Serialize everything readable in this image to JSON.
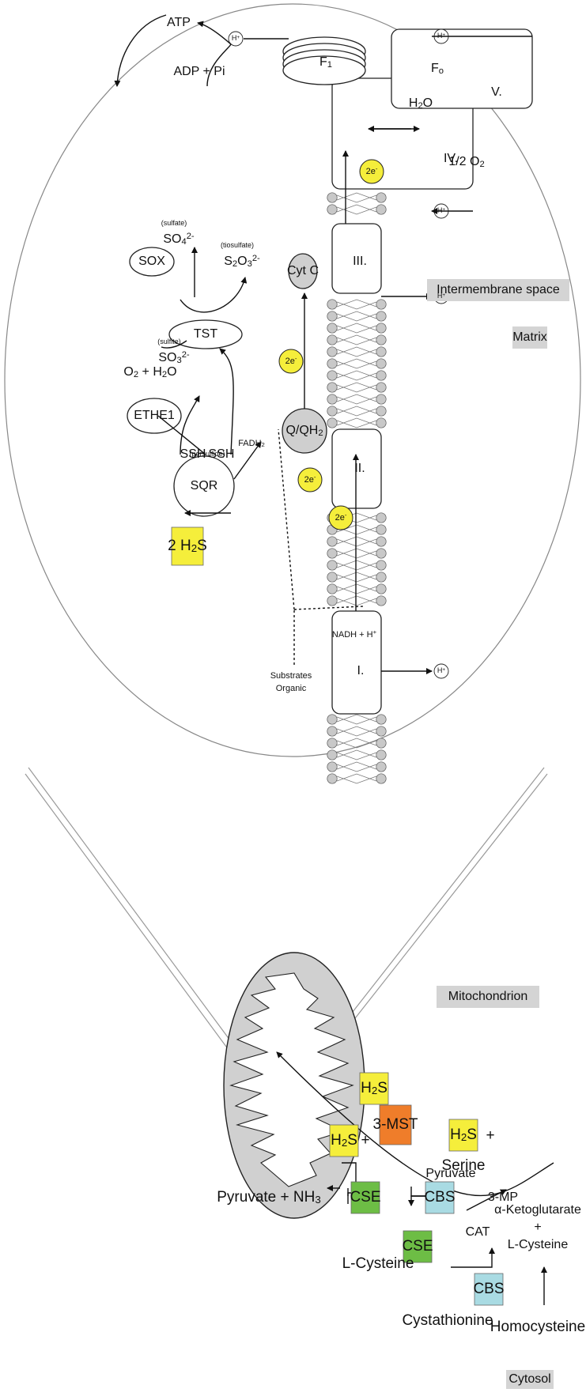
{
  "labels": {
    "cytosol": "Cytosol",
    "mitochondrion": "Mitochondrion",
    "matrix": "Matrix",
    "intermembrane_space": "Intermembrane space"
  },
  "cytosol_pathway": {
    "homocysteine": "Homocysteine",
    "cbs": "CBS",
    "cystathionine": "Cystathionine",
    "cse": "CSE",
    "l_cysteine": "L-Cysteine",
    "serine": "Serine",
    "plus": "+",
    "h2s_main": "H",
    "h2s_sub": "2",
    "h2s_end": "S",
    "pyruvate_nh3_a": "Pyruvate  +  NH",
    "pyruvate_nh3_sub": "3",
    "plus_h2s_prefix": "+",
    "l_cysteine_2": "L-Cysteine",
    "alpha_keto": "α-Ketoglutarate",
    "cat": "CAT",
    "three_mp": "3-MP",
    "pyruvate": "Pyruvate",
    "three_mst": "3-MST"
  },
  "matrix_pathway": {
    "two_h2s_a": "2 H",
    "two_h2s_sub": "2",
    "two_h2s_b": "S",
    "sqr": "SQR",
    "ssh": "SSH",
    "persulfide": "(persulfide)",
    "ethe1": "ETHE1",
    "o2_h2o_a": "O",
    "o2_h2o_sub": "2",
    "o2_h2o_b": " + H",
    "o2_h2o_sub2": "2",
    "o2_h2o_c": "O",
    "so3": "SO",
    "so3_sub": "3",
    "so3_sup": "2-",
    "sulfite": "(sulfite)",
    "sox": "SOX",
    "so4": "SO",
    "so4_sub": "4",
    "so4_sup": "2-",
    "sulfate": "(sulfate)",
    "tst": "TST",
    "s2o3_a": "S",
    "s2o3_sub": "2",
    "s2o3_b": "O",
    "s2o3_sub2": "3",
    "s2o3_sup": "2-",
    "tiosulfate": "(tiosulfate)",
    "organic_a": "Organic",
    "organic_b": "Substrates",
    "nadh": "NADH + H",
    "nadh_sup": "+",
    "fadh2_a": "FADH",
    "fadh2_sub": "2",
    "q_qh2_a": "Q/QH",
    "q_qh2_sub": "2",
    "cyt_c": "Cyt C",
    "two_e": "2e",
    "two_e_sup": "-",
    "half_o2_a": "1/2 O",
    "half_o2_sub": "2",
    "h2o_a": "H",
    "h2o_sub": "2",
    "h2o_b": "O",
    "adp_pi": "ADP + Pi",
    "atp": "ATP",
    "h_plus": "H",
    "h_plus_sup": "+",
    "complex_1": "I.",
    "complex_2": "II.",
    "complex_3": "III.",
    "complex_4": "IV.",
    "complex_5": "V.",
    "f1_a": "F",
    "f1_sub": "1",
    "fo_a": "F",
    "fo_sub": "o"
  },
  "colors": {
    "cbs_bg": "#a9dbe3",
    "cse_bg": "#6dbd45",
    "h2s_bg": "#f5ee3b",
    "mst_bg": "#ef7d2a",
    "label_bg": "#d4d4d4",
    "mito_fill": "#d2d2d2",
    "electron": "#f5ee3b",
    "lipid": "#c8c8c8"
  }
}
